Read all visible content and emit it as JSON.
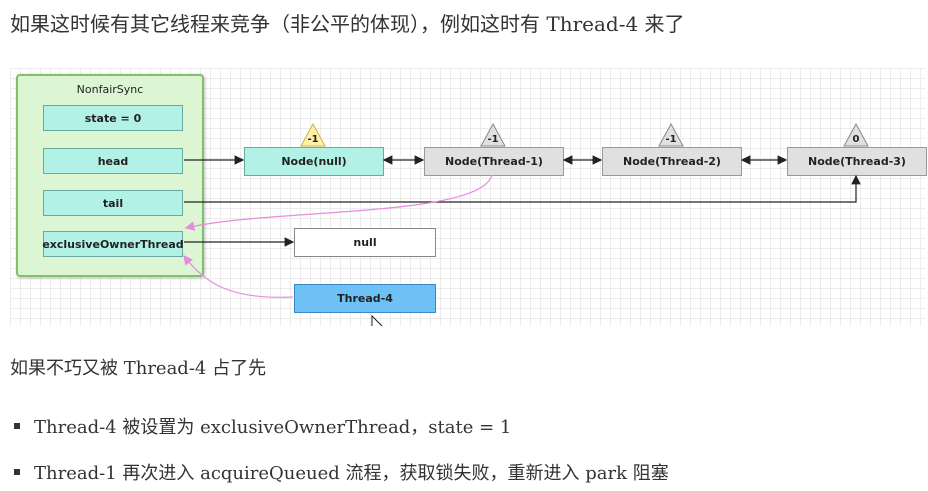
{
  "heading_top": "如果这时候有其它线程来竞争（非公平的体现），例如这时有 Thread-4 来了",
  "diagram": {
    "sync_title": "NonfairSync",
    "fields": {
      "state": "state = 0",
      "head": "head",
      "tail": "tail",
      "owner": "exclusiveOwnerThread"
    },
    "nodes": {
      "null_node": "Node(null)",
      "t1": "Node(Thread-1)",
      "t2": "Node(Thread-2)",
      "t3": "Node(Thread-3)",
      "null_box": "null",
      "thread4": "Thread-4"
    },
    "wait_status": {
      "null_node": "-1",
      "t1": "-1",
      "t2": "-1",
      "t3": "0"
    },
    "colors": {
      "field_fill": "#b2f2e6",
      "sync_fill": "#dcf5d2",
      "grey_node": "#e0e0e0",
      "thread4_fill": "#6ec1f5",
      "triangle_yellow": "#fff2a8",
      "triangle_grey": "#e0e0e0",
      "pink_arrow": "#e58be0"
    }
  },
  "heading_bottom": "如果不巧又被 Thread-4 占了先",
  "bullets": [
    "Thread-4 被设置为 exclusiveOwnerThread，state = 1",
    "Thread-1 再次进入 acquireQueued 流程，获取锁失败，重新进入 park 阻塞"
  ]
}
